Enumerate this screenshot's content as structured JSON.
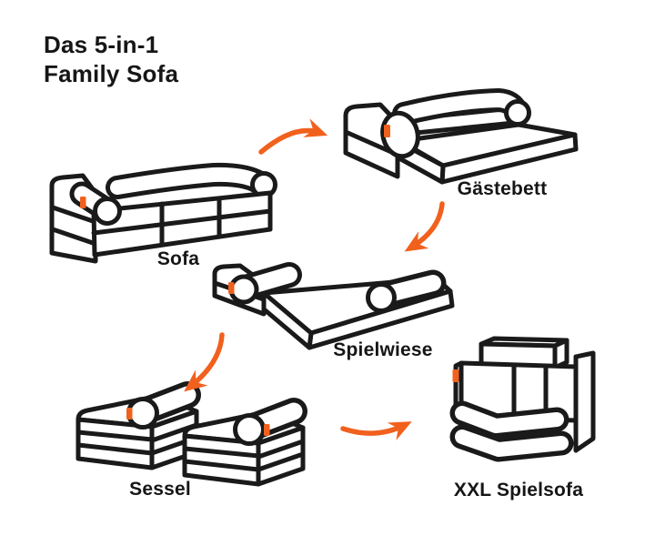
{
  "title": {
    "line1": "Das 5-in-1",
    "line2": "Family Sofa"
  },
  "configurations": [
    {
      "id": "sofa",
      "label": "Sofa"
    },
    {
      "id": "gaestebett",
      "label": "Gästebett"
    },
    {
      "id": "spielwiese",
      "label": "Spielwiese"
    },
    {
      "id": "sessel",
      "label": "Sessel"
    },
    {
      "id": "xxl-spielsofa",
      "label": "XXL Spielsofa"
    }
  ],
  "arrows": [
    {
      "from": "sofa",
      "to": "gaestebett"
    },
    {
      "from": "gaestebett",
      "to": "spielwiese"
    },
    {
      "from": "spielwiese",
      "to": "sessel"
    },
    {
      "from": "sessel",
      "to": "xxl-spielsofa"
    }
  ],
  "colors": {
    "accent_orange": "#F1611D",
    "outline_black": "#1A1A1A",
    "text": "#161616",
    "background": "#FFFFFF"
  }
}
